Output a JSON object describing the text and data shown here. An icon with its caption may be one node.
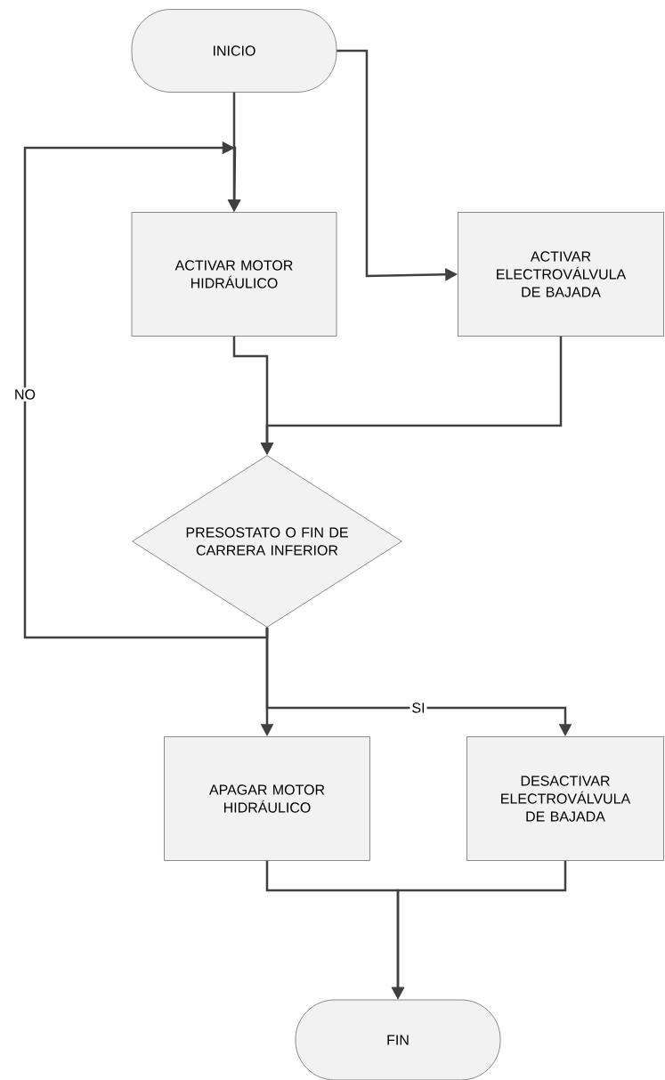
{
  "diagram": {
    "nodes": [
      {
        "text": [
          "INICIO"
        ]
      },
      {
        "text": [
          "ACTIVAR MOTOR HIDRÁULICO"
        ]
      },
      {
        "text": [
          "ACTIVAR ELECTROVÁLVULA DE BAJADA"
        ]
      },
      {
        "text": [
          "PRESOSTATO O FIN DE CARRERA INFERIOR"
        ]
      },
      {
        "text": [
          "APAGAR MOTOR HIDRÁULICO"
        ]
      },
      {
        "text": [
          "DESACTIVAR ELECTROVÁLVULA DE BAJADA"
        ]
      },
      {
        "text": [
          "FIN"
        ]
      }
    ],
    "edges": [
      {
        "from": 0,
        "to": 1,
        "arrow": "to"
      },
      {
        "from": 0,
        "to": 2,
        "arrow": "to"
      },
      {
        "from": 1,
        "to": 3,
        "arrow": "to"
      },
      {
        "from": 2,
        "to": 3,
        "arrow": "to"
      },
      {
        "from": 3,
        "to": 1,
        "arrow": "to",
        "label": "NO"
      },
      {
        "from": 3,
        "to": 4,
        "arrow": "to"
      },
      {
        "from": 3,
        "to": 5,
        "arrow": "to",
        "label": "SI"
      },
      {
        "from": 4,
        "to": 6,
        "arrow": "to"
      },
      {
        "from": 5,
        "to": 6,
        "arrow": "to"
      }
    ]
  }
}
